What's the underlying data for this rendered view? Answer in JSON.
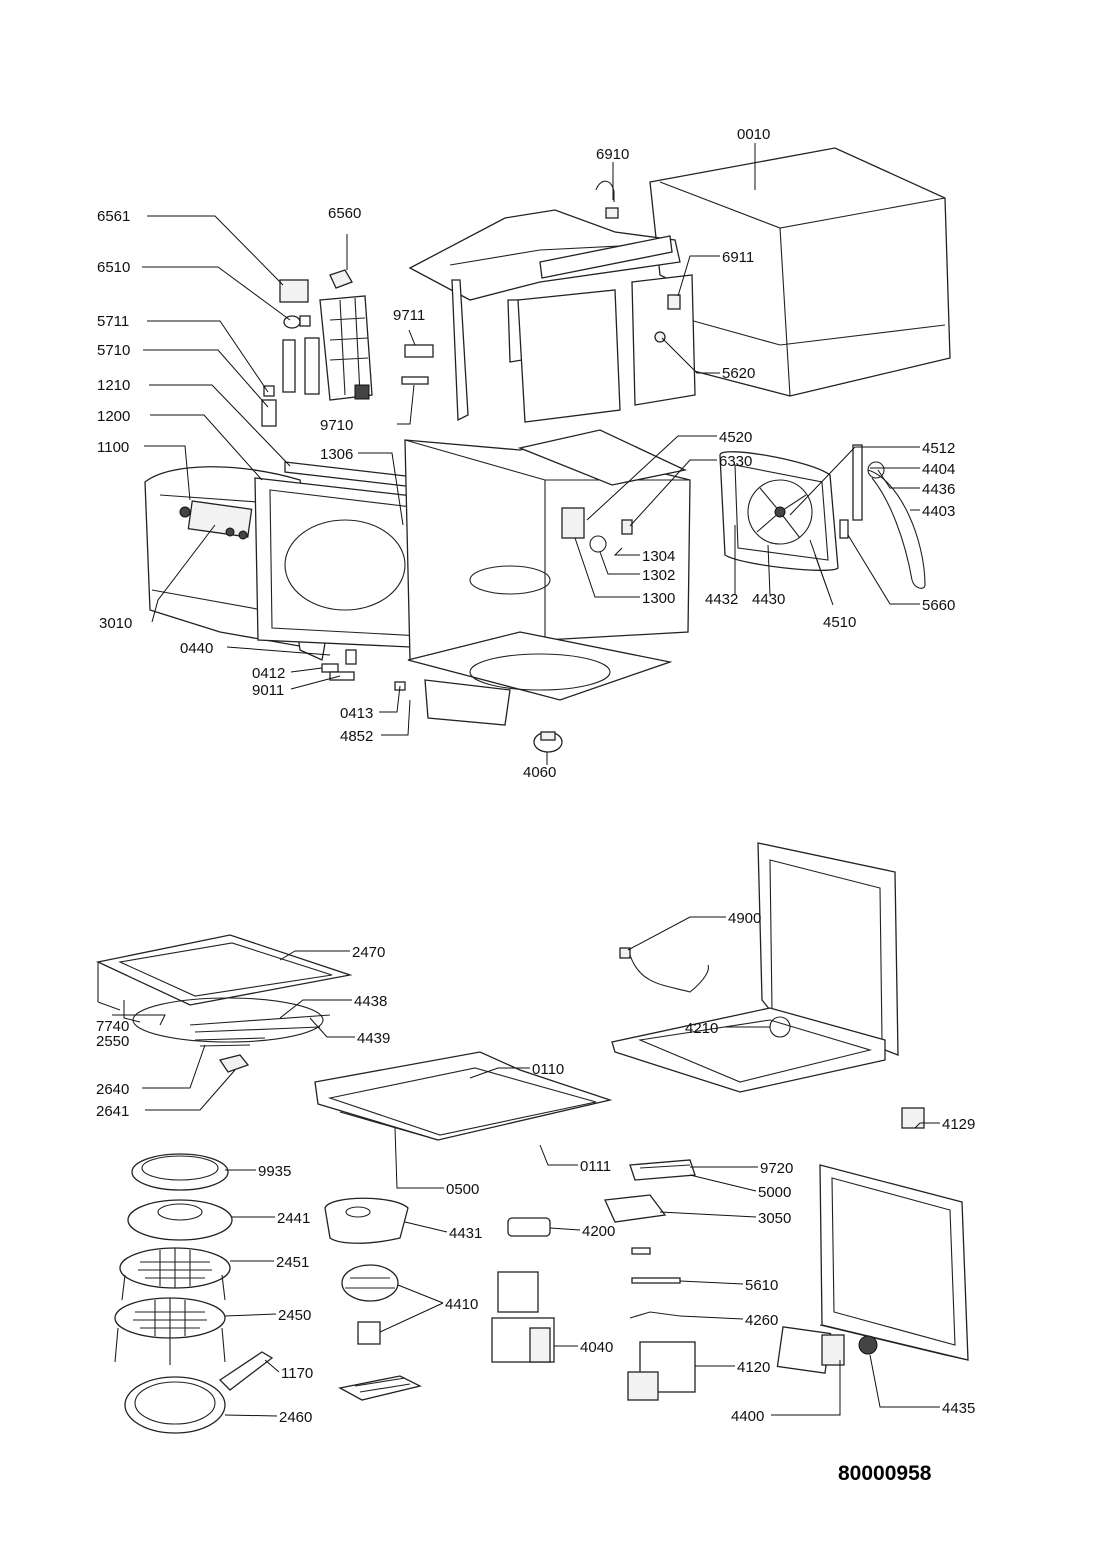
{
  "document_number": "80000958",
  "parts": {
    "p0010": "0010",
    "p6910": "6910",
    "p6560": "6560",
    "p6561": "6561",
    "p6510": "6510",
    "p6911": "6911",
    "p9711": "9711",
    "p5711": "5711",
    "p5710": "5710",
    "p5620": "5620",
    "p1210": "1210",
    "p9710": "9710",
    "p4520": "4520",
    "p4512": "4512",
    "p6330": "6330",
    "p1200": "1200",
    "p1306": "1306",
    "p4404": "4404",
    "p1100": "1100",
    "p4436": "4436",
    "p4403": "4403",
    "p1304": "1304",
    "p1302": "1302",
    "p1300": "1300",
    "p4432": "4432",
    "p4430": "4430",
    "p5660": "5660",
    "p4510": "4510",
    "p3010": "3010",
    "p0440": "0440",
    "p0412": "0412",
    "p9011": "9011",
    "p0413": "0413",
    "p4852": "4852",
    "p4060": "4060",
    "p4900": "4900",
    "p2470": "2470",
    "p4210": "4210",
    "p4438": "4438",
    "p7740": "7740",
    "p2550": "2550",
    "p4439": "4439",
    "p2640": "2640",
    "p0110": "0110",
    "p2641": "2641",
    "p4129": "4129",
    "p9720": "9720",
    "p9935": "9935",
    "p0111": "0111",
    "p5000": "5000",
    "p0500": "0500",
    "p2441": "2441",
    "p3050": "3050",
    "p4431": "4431",
    "p4200": "4200",
    "p2451": "2451",
    "p5610": "5610",
    "p4410": "4410",
    "p2450": "2450",
    "p4260": "4260",
    "p4040": "4040",
    "p4120": "4120",
    "p1170": "1170",
    "p4400": "4400",
    "p4435": "4435",
    "p2460": "2460"
  }
}
